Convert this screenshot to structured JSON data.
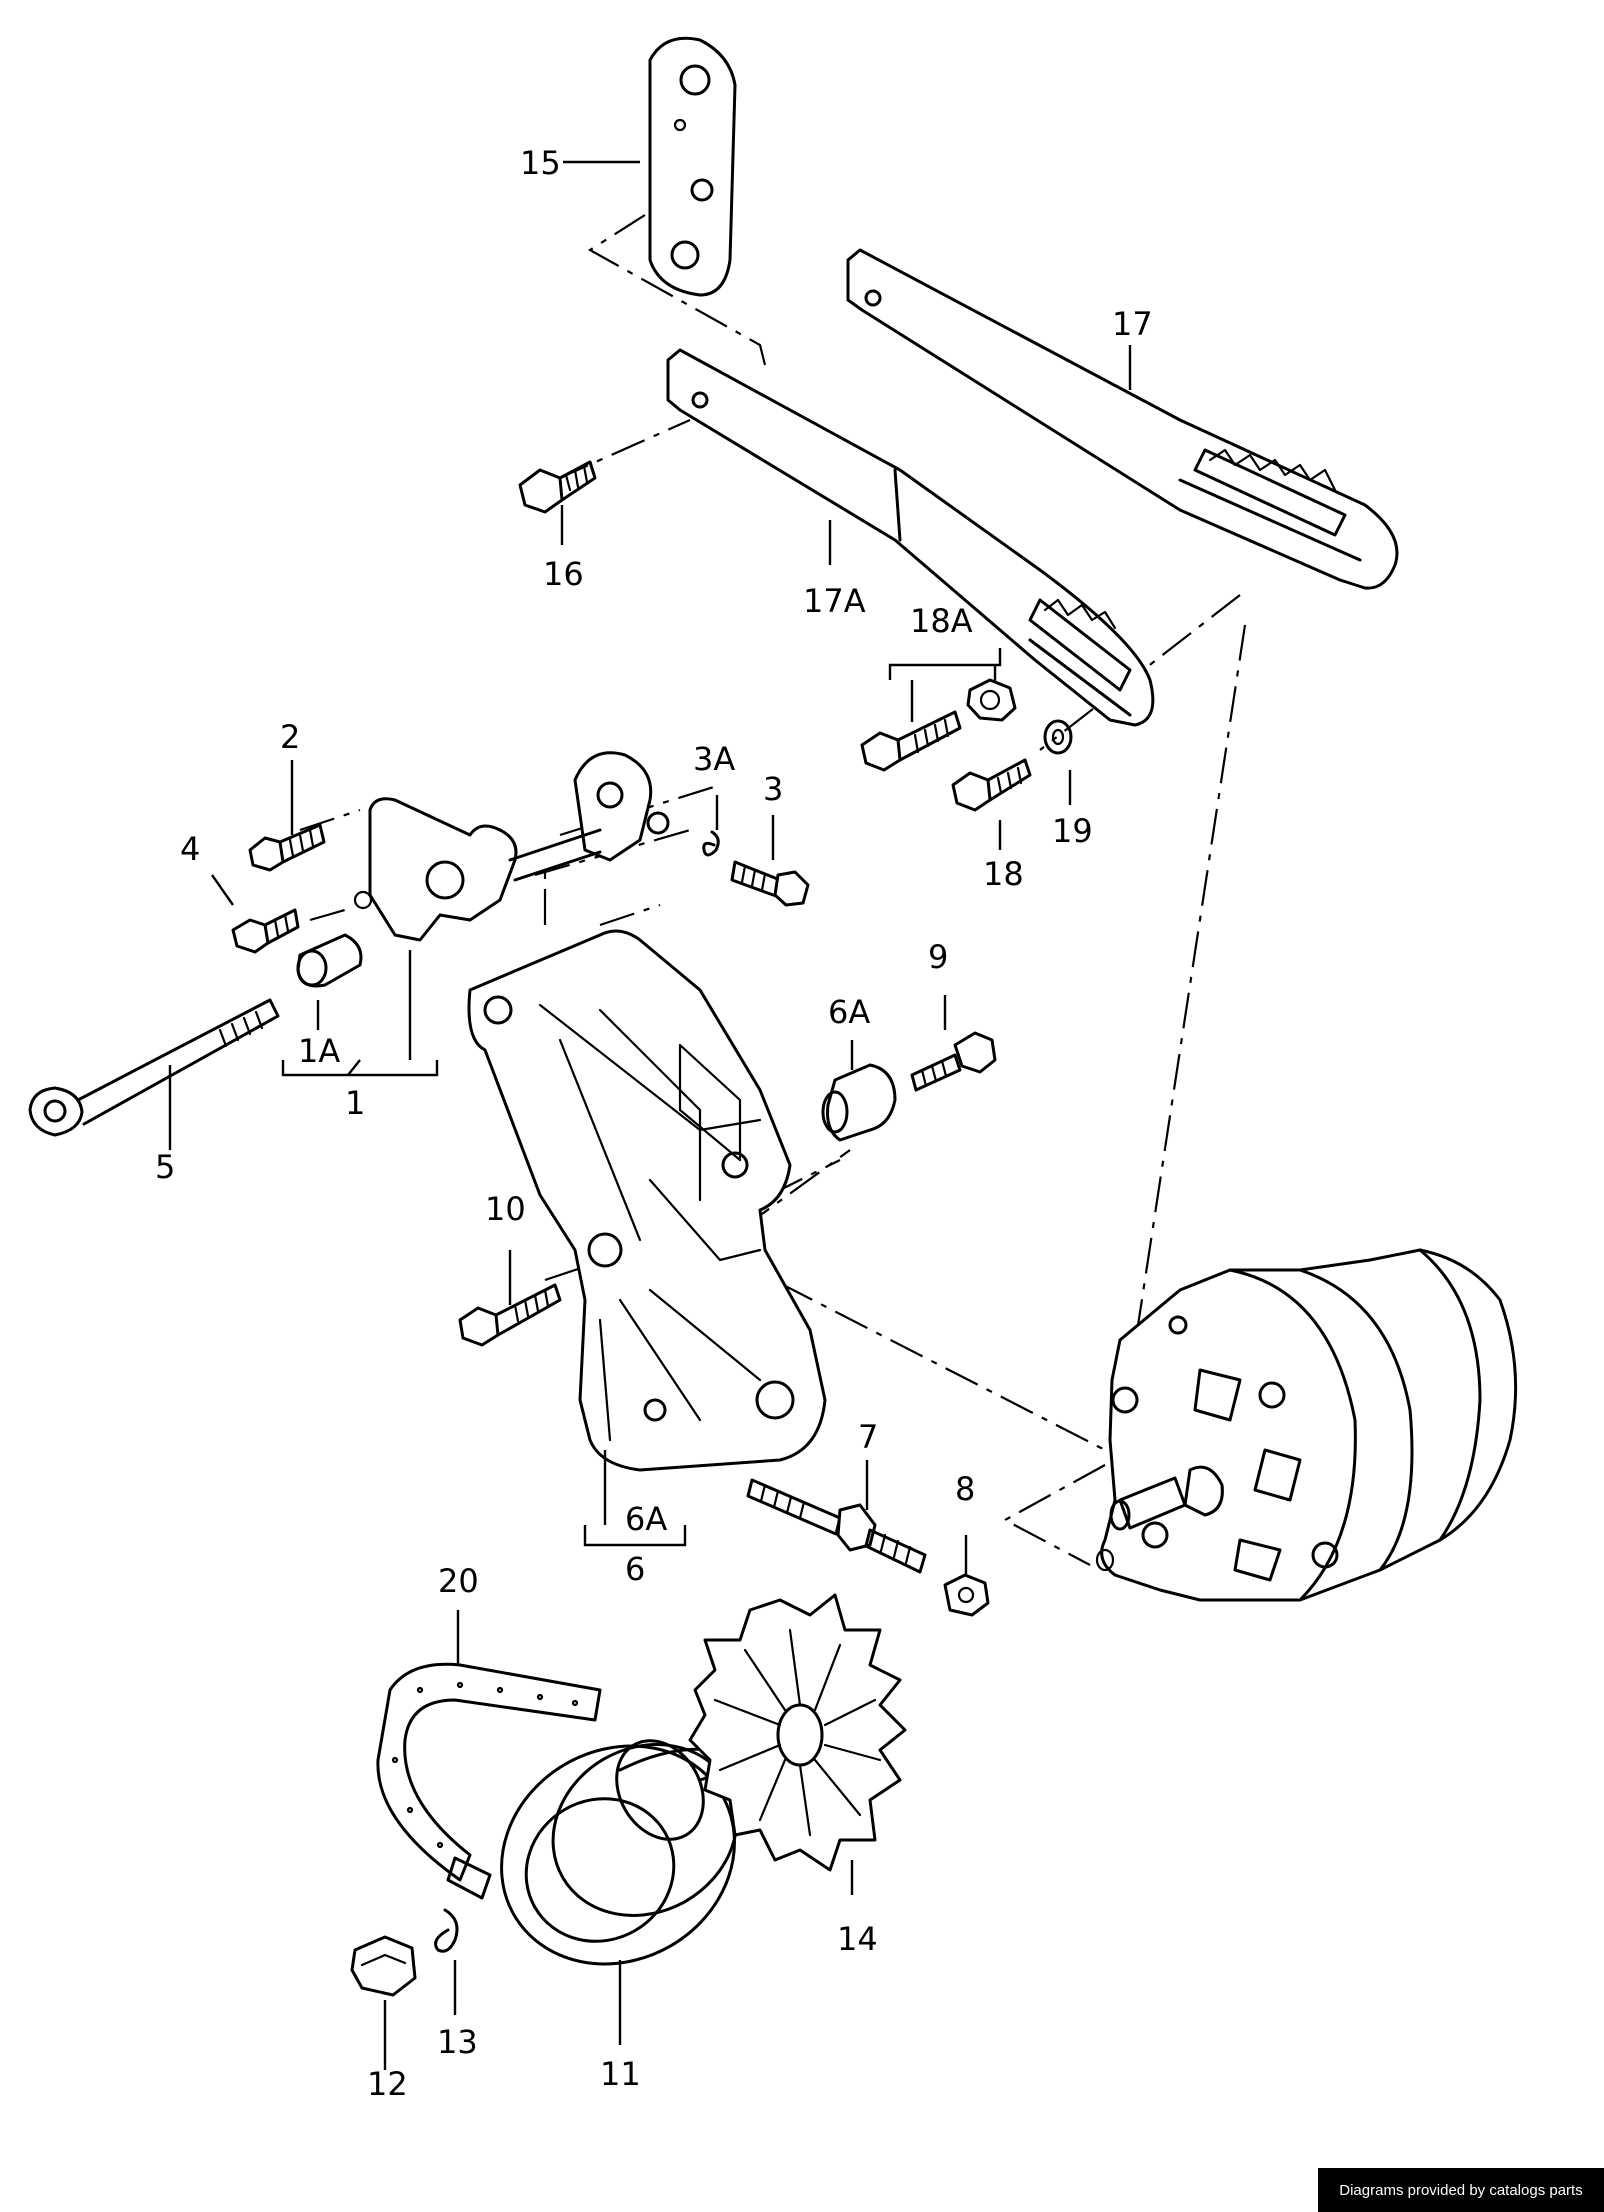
{
  "credit": "Diagrams provided by catalogs parts",
  "callouts": {
    "c1": "1",
    "c1A": "1A",
    "c2": "2",
    "c3": "3",
    "c3A": "3A",
    "c4": "4",
    "c5": "5",
    "c6": "6",
    "c6A_top": "6A",
    "c6A_bottom": "6A",
    "c7": "7",
    "c8": "8",
    "c9": "9",
    "c10": "10",
    "c11": "11",
    "c12": "12",
    "c13": "13",
    "c14": "14",
    "c15": "15",
    "c16": "16",
    "c17": "17",
    "c17A": "17A",
    "c18": "18",
    "c18A": "18A",
    "c19": "19",
    "c20": "20"
  }
}
